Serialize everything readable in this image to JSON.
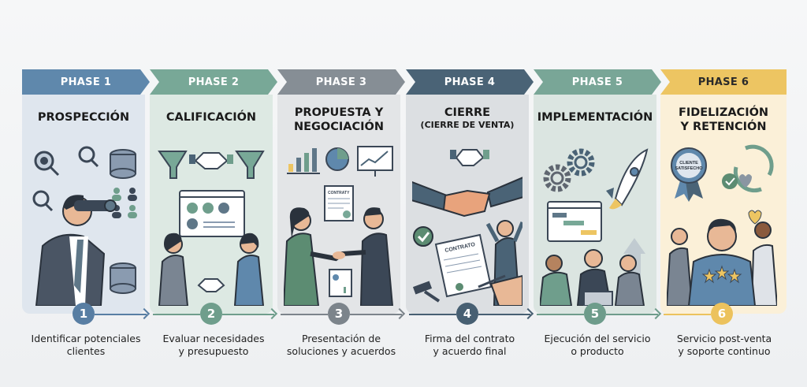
{
  "phases": [
    {
      "number": "1",
      "band_label": "PHASE 1",
      "title": "PROSPECCIÓN",
      "subtitle": "",
      "caption_line1": "Identificar potenciales",
      "caption_line2": "clientes",
      "band_color": "#5f88ac",
      "panel_color": "#dfe6ee",
      "circle_color": "#587ea3",
      "illustration": "binoculars-prospecting"
    },
    {
      "number": "2",
      "band_label": "PHASE 2",
      "title": "CALIFICACIÓN",
      "subtitle": "",
      "caption_line1": "Evaluar necesidades",
      "caption_line2": "y presupuesto",
      "band_color": "#78a897",
      "panel_color": "#dde9e3",
      "circle_color": "#6f9e8c",
      "illustration": "funnel-qualification"
    },
    {
      "number": "3",
      "band_label": "PHASE 3",
      "title": "PROPUESTA Y",
      "subtitle": "NEGOCIACIÓN",
      "caption_line1": "Presentación de",
      "caption_line2": "soluciones y acuerdos",
      "band_color": "#868e95",
      "panel_color": "#e3e5e7",
      "circle_color": "#7c848b",
      "illustration": "handshake-proposal",
      "doc_label": "CONTRATY"
    },
    {
      "number": "4",
      "band_label": "PHASE 4",
      "title": "CIERRE",
      "subtitle": "(CIERRE DE VENTA)",
      "caption_line1": "Firma del contrato",
      "caption_line2": "y acuerdo final",
      "band_color": "#4a6376",
      "panel_color": "#dcdfe2",
      "circle_color": "#475f72",
      "illustration": "contract-signing",
      "doc_label": "CONTRATO"
    },
    {
      "number": "5",
      "band_label": "PHASE 5",
      "title": "IMPLEMENTACIÓN",
      "subtitle": "",
      "caption_line1": "Ejecución del servicio",
      "caption_line2": "o producto",
      "band_color": "#79a697",
      "panel_color": "#dbe5e1",
      "circle_color": "#6e9c8b",
      "illustration": "rocket-gears-implementation"
    },
    {
      "number": "6",
      "band_label": "PHASE 6",
      "title": "FIDELIZACIÓN",
      "subtitle": "Y RETENCIÓN",
      "caption_line1": "Servicio post-venta",
      "caption_line2": "y soporte continuo",
      "band_color": "#edc562",
      "panel_color": "#fbf0d8",
      "circle_color": "#ecc25d",
      "illustration": "satisfied-customer",
      "badge_label1": "CLIENTE",
      "badge_label2": "SATISFECHO"
    }
  ]
}
